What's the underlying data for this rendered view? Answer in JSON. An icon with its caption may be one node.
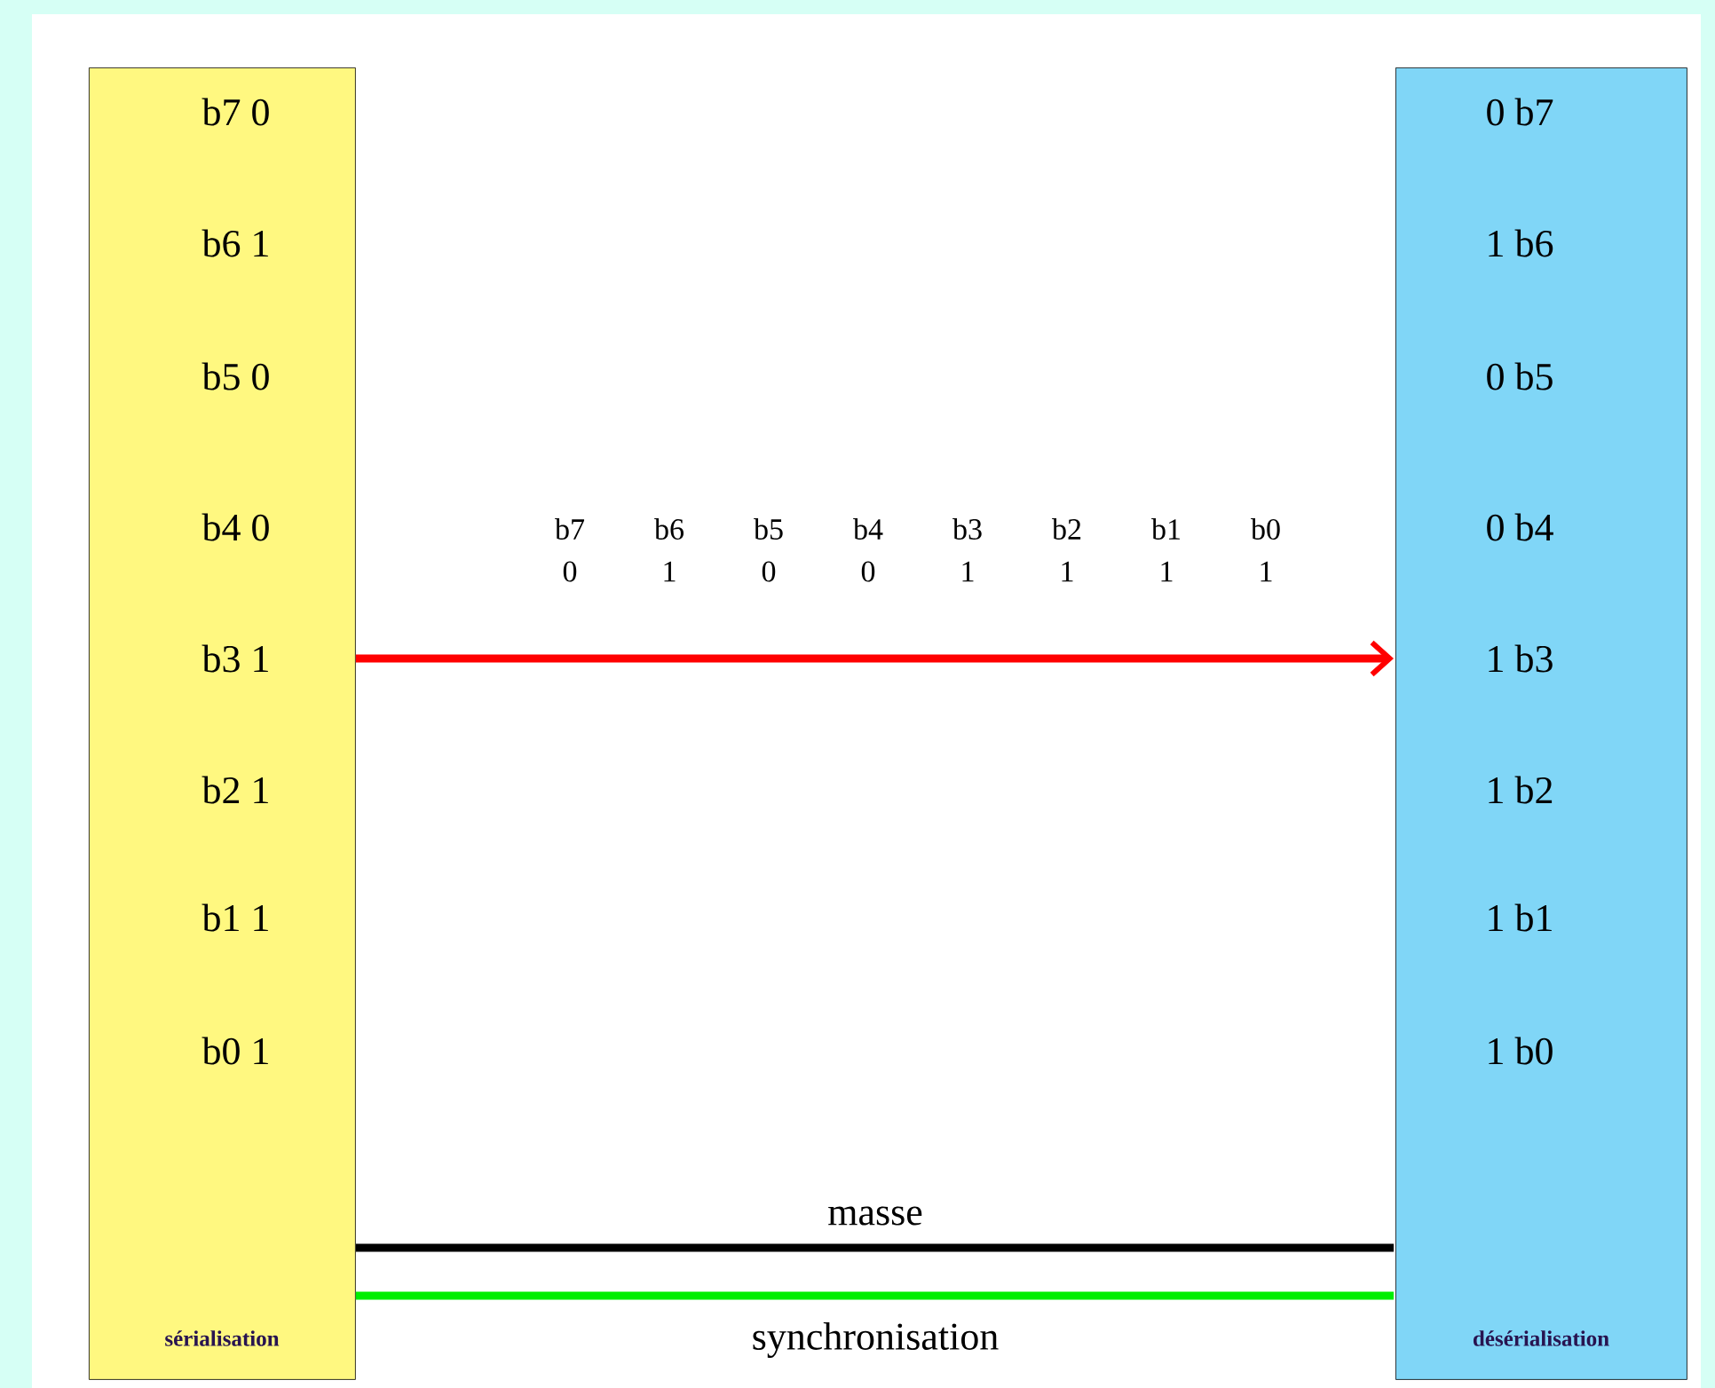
{
  "diagram": {
    "nodes": [
      {
        "text": [
          "b7 0",
          "b6 1",
          "b5 0",
          "b4 0",
          "b3 1",
          "b2 1",
          "b1 1",
          "b0 1",
          "sérialisation"
        ]
      },
      {
        "text": [
          "0 b7",
          "1 b6",
          "0 b5",
          "0 b4",
          "1 b3",
          "1 b2",
          "1 b1",
          "1 b0",
          "désérialisation"
        ]
      }
    ],
    "edges": [
      {
        "from": 0,
        "to": 1,
        "arrow": "to",
        "color": "#ff0000"
      },
      {
        "from": 0,
        "to": 1,
        "arrow": "none",
        "color": "#000000",
        "label": "masse"
      },
      {
        "from": 0,
        "to": 1,
        "arrow": "none",
        "color": "#00ee00",
        "label": "synchronisation"
      }
    ],
    "labels": [
      "b7",
      "b6",
      "b5",
      "b4",
      "b3",
      "b2",
      "b1",
      "b0",
      "0",
      "1",
      "0",
      "0",
      "1",
      "1",
      "1",
      "1"
    ]
  }
}
